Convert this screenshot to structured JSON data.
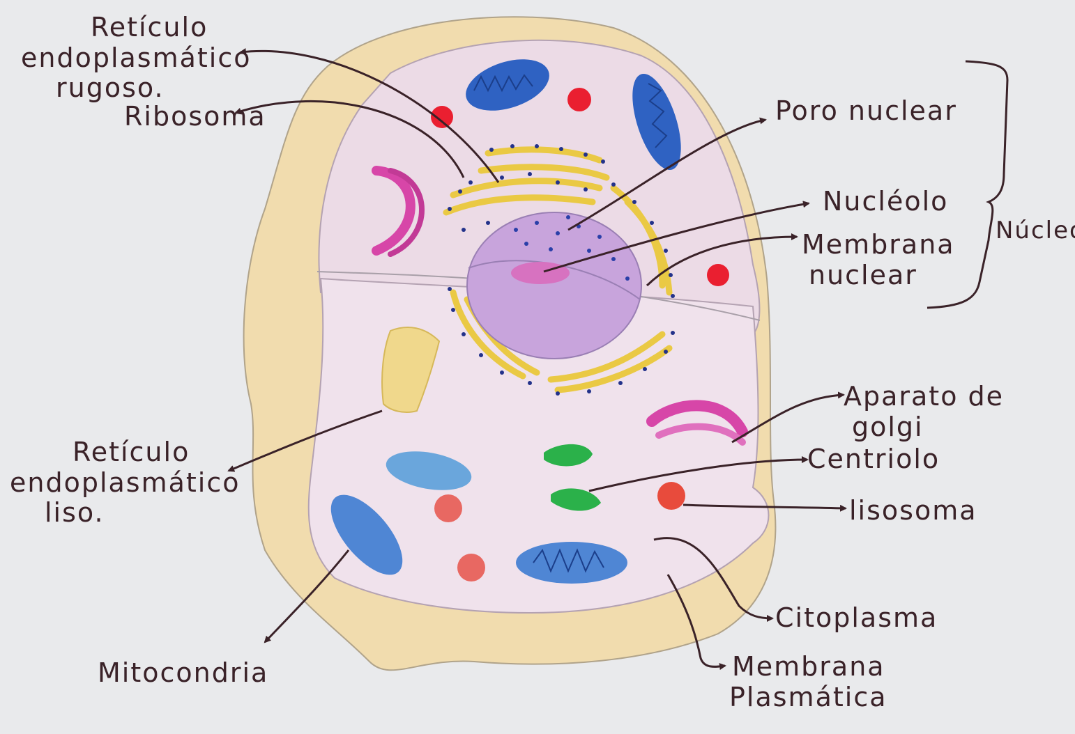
{
  "labels": {
    "rer": [
      "Retículo",
      "endoplasmático",
      "rugoso."
    ],
    "ribosoma": "Ribosoma",
    "poro": "Poro nuclear",
    "nucleolo": "Nucléolo",
    "membrana_nuclear": [
      "Membrana",
      "nuclear"
    ],
    "nucleo": "Núcleo",
    "rel": [
      "Retículo",
      "endoplasmático",
      "liso."
    ],
    "golgi": [
      "Aparato de",
      "golgi"
    ],
    "centriolo": "Centriolo",
    "lisosoma": "lisosoma",
    "citoplasma": "Citoplasma",
    "mitocondria": "Mitocondria",
    "membrana_plasmatica": [
      "Membrana",
      "Plasmática"
    ]
  },
  "colors": {
    "paper": "#e9eaec",
    "outer_membrane": "#f1dcae",
    "cytoplasm": "#ecdbe6",
    "nucleus": "#c8a4dc",
    "nucleolus": "#d772c0",
    "endoplasmic_reticulum": "#eac944",
    "ribosome": "#23328a",
    "mitochondria_dark": "#2f62c2",
    "mitochondria_light": "#6aa6dc",
    "golgi": "#d746a8",
    "lysosome": "#ea1f30",
    "lysosome_light": "#e86862",
    "centriole": "#2bb14a",
    "ink": "#3a2228"
  }
}
